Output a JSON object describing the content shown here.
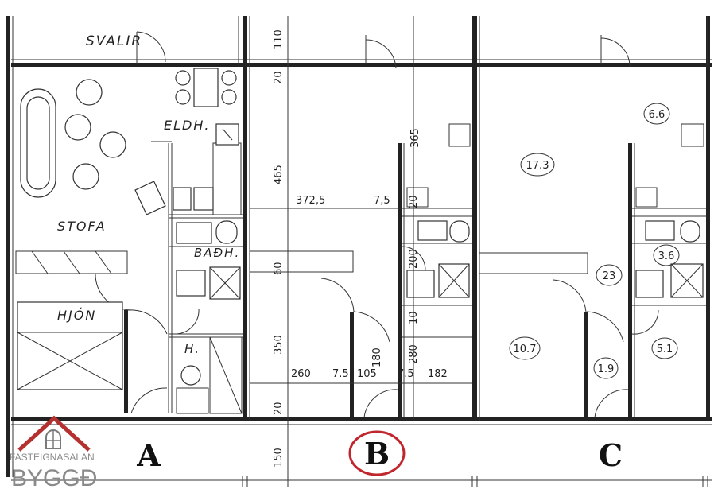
{
  "rooms_a": {
    "svalir": "SVALIR",
    "eldh": "ELDH.",
    "stofa": "STOFA",
    "badh": "BAÐH.",
    "hjon": "HJÓN",
    "h": "H."
  },
  "units": {
    "a": "A",
    "b": "B",
    "c": "C"
  },
  "dimensions_b": {
    "d110": "110",
    "d20_top": "20",
    "d465": "465",
    "d365": "365",
    "d372_5": "372,5",
    "d7_5_mid": "7,5",
    "d20_mid": "20",
    "d60": "60",
    "d200": "200",
    "d10": "10",
    "d350": "350",
    "d180": "180",
    "d280": "280",
    "d260": "260",
    "d7_5_a": "7.5",
    "d105": "105",
    "d7_5_b": "7.5",
    "d182": "182",
    "d20_bottom": "20",
    "d150": "150"
  },
  "areas_c": {
    "a17_3": "17.3",
    "a6_6": "6.6",
    "a3_6": "3.6",
    "a23": "23",
    "a10_7": "10.7",
    "a1_9": "1.9",
    "a5_1": "5.1"
  },
  "logo": {
    "line1": "FASTEIGNASALAN",
    "line2": "BYGGÐ"
  },
  "colors": {
    "highlight": "#c0262d",
    "logo": "#8a8a8a",
    "ink": "#222222"
  }
}
